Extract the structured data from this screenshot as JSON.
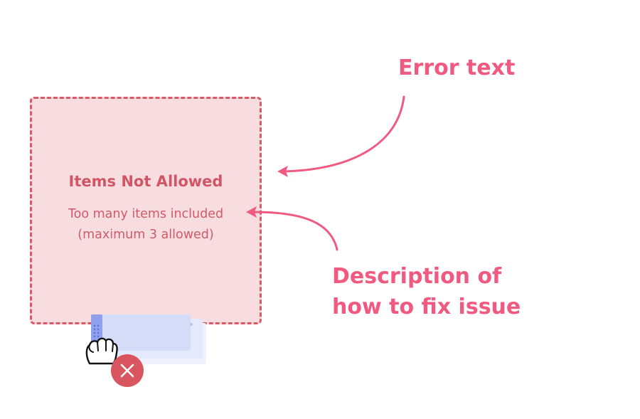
{
  "drop_zone": {
    "title": "Items Not Allowed",
    "description_line1": "Too many items included",
    "description_line2": "(maximum 3 allowed)"
  },
  "callouts": {
    "error_text": "Error text",
    "fix_line1": "Description of",
    "fix_line2": "how to fix issue"
  },
  "drag": {
    "cursor_icon": "grab-hand-icon",
    "error_icon": "close-icon"
  },
  "colors": {
    "callout": "#f05a80",
    "error_border": "#d75a68",
    "error_fill": "#f7dde0",
    "card": "#d5dcf7",
    "card_handle": "#8ea0ee",
    "error_badge": "#d9555f"
  }
}
